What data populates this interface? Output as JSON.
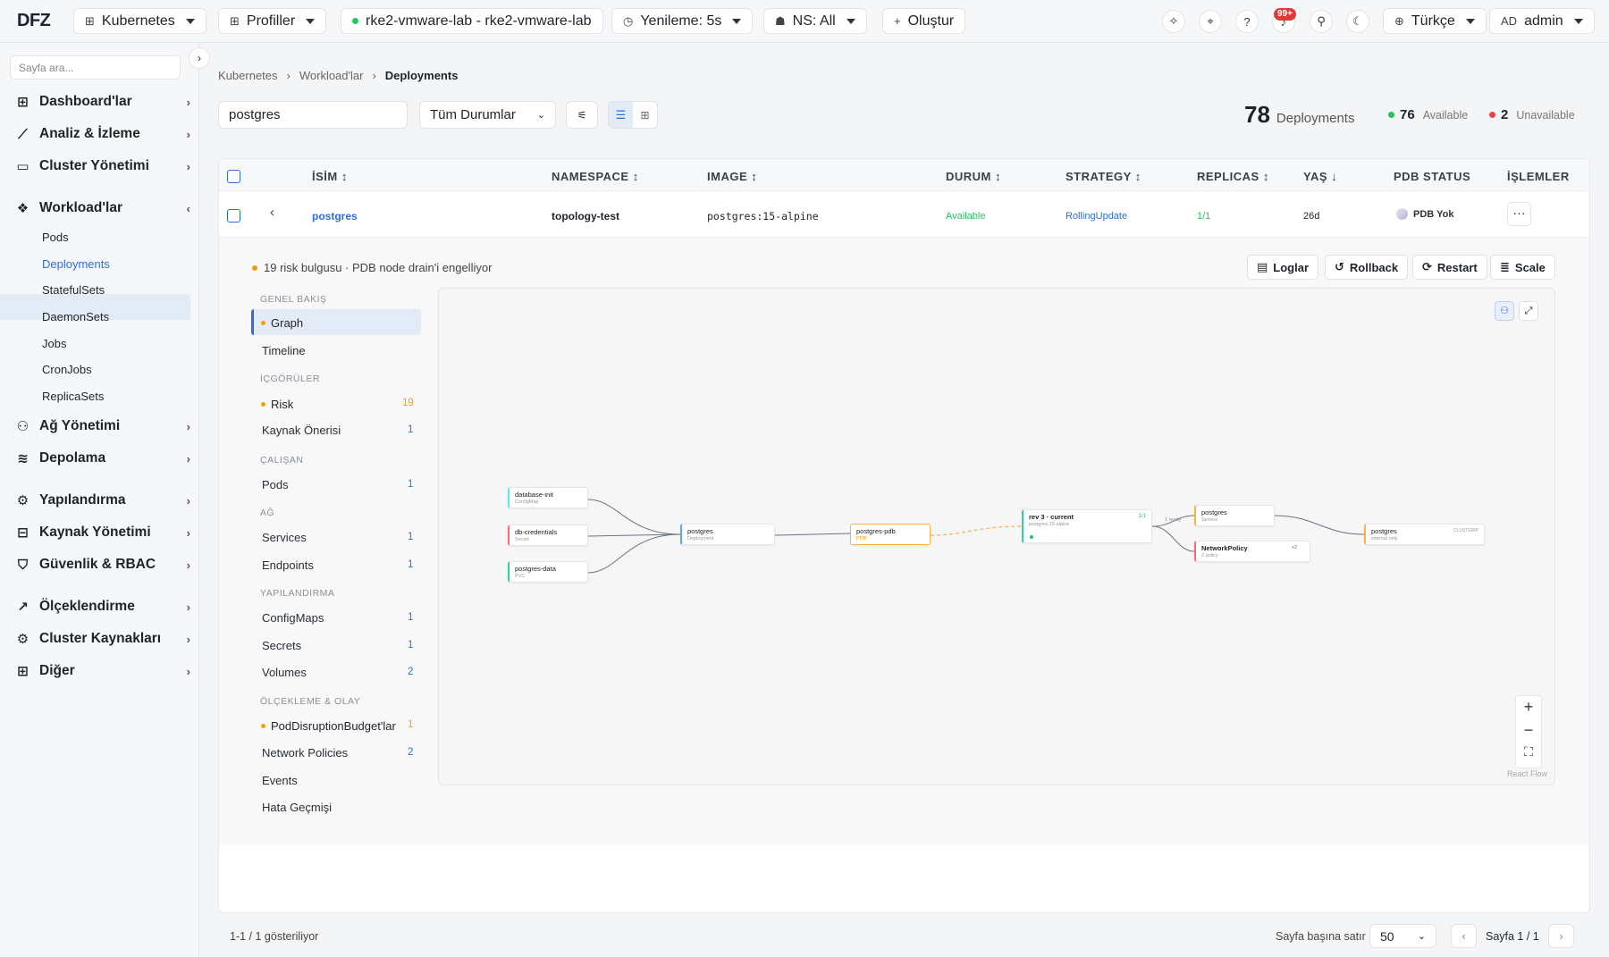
{
  "topbar": {
    "logo": "DFZ",
    "cluster_menu": "Kubernetes",
    "profiles": "Profiller",
    "context": "rke2-vmware-lab - rke2-vmware-lab",
    "refresh": "Yenileme:  5s",
    "namespace": "NS:  All",
    "create": "Oluştur",
    "notif_badge": "99+",
    "language": "Türkçe",
    "avatar": "AD",
    "user": "admin"
  },
  "sidebar": {
    "search_placeholder": "Sayfa ara...",
    "items": [
      {
        "label": "Dashboard'lar"
      },
      {
        "label": "Analiz & İzleme"
      },
      {
        "label": "Cluster Yönetimi"
      },
      {
        "label": "Workload'lar"
      },
      {
        "label": "Ağ Yönetimi"
      },
      {
        "label": "Depolama"
      },
      {
        "label": "Yapılandırma"
      },
      {
        "label": "Kaynak Yönetimi"
      },
      {
        "label": "Güvenlik & RBAC"
      },
      {
        "label": "Ölçeklendirme"
      },
      {
        "label": "Cluster Kaynakları"
      },
      {
        "label": "Diğer"
      }
    ],
    "workloads": [
      "Pods",
      "Deployments",
      "StatefulSets",
      "DaemonSets",
      "Jobs",
      "CronJobs",
      "ReplicaSets"
    ]
  },
  "breadcrumb": [
    "Kubernetes",
    "Workload'lar",
    "Deployments"
  ],
  "filters": {
    "search_value": "postgres",
    "status": "Tüm Durumlar"
  },
  "stats": {
    "total": "78",
    "total_label": "Deployments",
    "available": "76",
    "available_label": "Available",
    "unavailable": "2",
    "unavailable_label": "Unavailable"
  },
  "table": {
    "columns": [
      "İSİM",
      "NAMESPACE",
      "IMAGE",
      "DURUM",
      "STRATEGY",
      "REPLICAS",
      "YAŞ",
      "PDB STATUS",
      "İŞLEMLER"
    ],
    "row": {
      "name": "postgres",
      "namespace": "topology-test",
      "image": "postgres:15-alpine",
      "status": "Available",
      "strategy": "RollingUpdate",
      "replicas": "1/1",
      "age": "26d",
      "pdb": "PDB Yok"
    }
  },
  "detail": {
    "warning": "19 risk bulgusu · PDB node drain'i engelliyor",
    "actions": [
      "Loglar",
      "Rollback",
      "Restart",
      "Scale"
    ],
    "sections": {
      "overview": "GENEL BAKIŞ",
      "insights": "İÇGÖRÜLER",
      "running": "ÇALIŞAN",
      "network": "AĞ",
      "config": "YAPILANDIRMA",
      "scaling": "ÖLÇEKLEME & OLAY"
    },
    "tabs": {
      "graph": "Graph",
      "timeline": "Timeline",
      "risk": "Risk",
      "risk_count": "19",
      "resource": "Kaynak Önerisi",
      "resource_count": "1",
      "pods": "Pods",
      "pods_count": "1",
      "services": "Services",
      "services_count": "1",
      "endpoints": "Endpoints",
      "endpoints_count": "1",
      "configmaps": "ConfigMaps",
      "configmaps_count": "1",
      "secrets": "Secrets",
      "secrets_count": "1",
      "volumes": "Volumes",
      "volumes_count": "2",
      "pdb": "PodDisruptionBudget'lar",
      "pdb_count": "1",
      "netpol": "Network Policies",
      "netpol_count": "2",
      "events": "Events",
      "errors": "Hata Geçmişi"
    },
    "graph_nodes": {
      "n1": "database-init",
      "n1s": "ConfigMap",
      "n2": "db-credentials",
      "n2s": "Secret",
      "n3": "postgres-data",
      "n3s": "PVC",
      "n4": "postgres",
      "n4s": "Deployment",
      "n5": "postgres-pdb",
      "n5s": "PDB",
      "n6": "rev 3 · current",
      "n6s": "postgres:15-alpine",
      "n6r": "1/1",
      "n7": "postgres",
      "n7s": "Service",
      "n8": "NetworkPolicy",
      "n8s": "2 policy",
      "n8b": "+2",
      "n9": "postgres",
      "n9s": "internal only",
      "n9b": "CLUSTERIP",
      "edge_label": "1 ready",
      "attribution": "React Flow"
    }
  },
  "footer": {
    "showing": "1-1 / 1 gösteriliyor",
    "per_page_label": "Sayfa başına satır",
    "per_page": "50",
    "page": "Sayfa 1 / 1"
  },
  "colors": {
    "accent": "#2e6fd6",
    "available": "#22c55e",
    "unavailable": "#ef4444",
    "warning": "#f59e0b"
  }
}
